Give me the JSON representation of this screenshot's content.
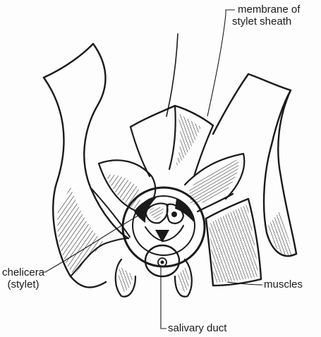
{
  "labels": {
    "membrane_line1": "membrane of",
    "membrane_line2": "stylet sheath",
    "muscles": "muscles",
    "chelicera_line1": "chelicera",
    "chelicera_line2": "(stylet)",
    "salivary_duct": "salivary duct"
  }
}
